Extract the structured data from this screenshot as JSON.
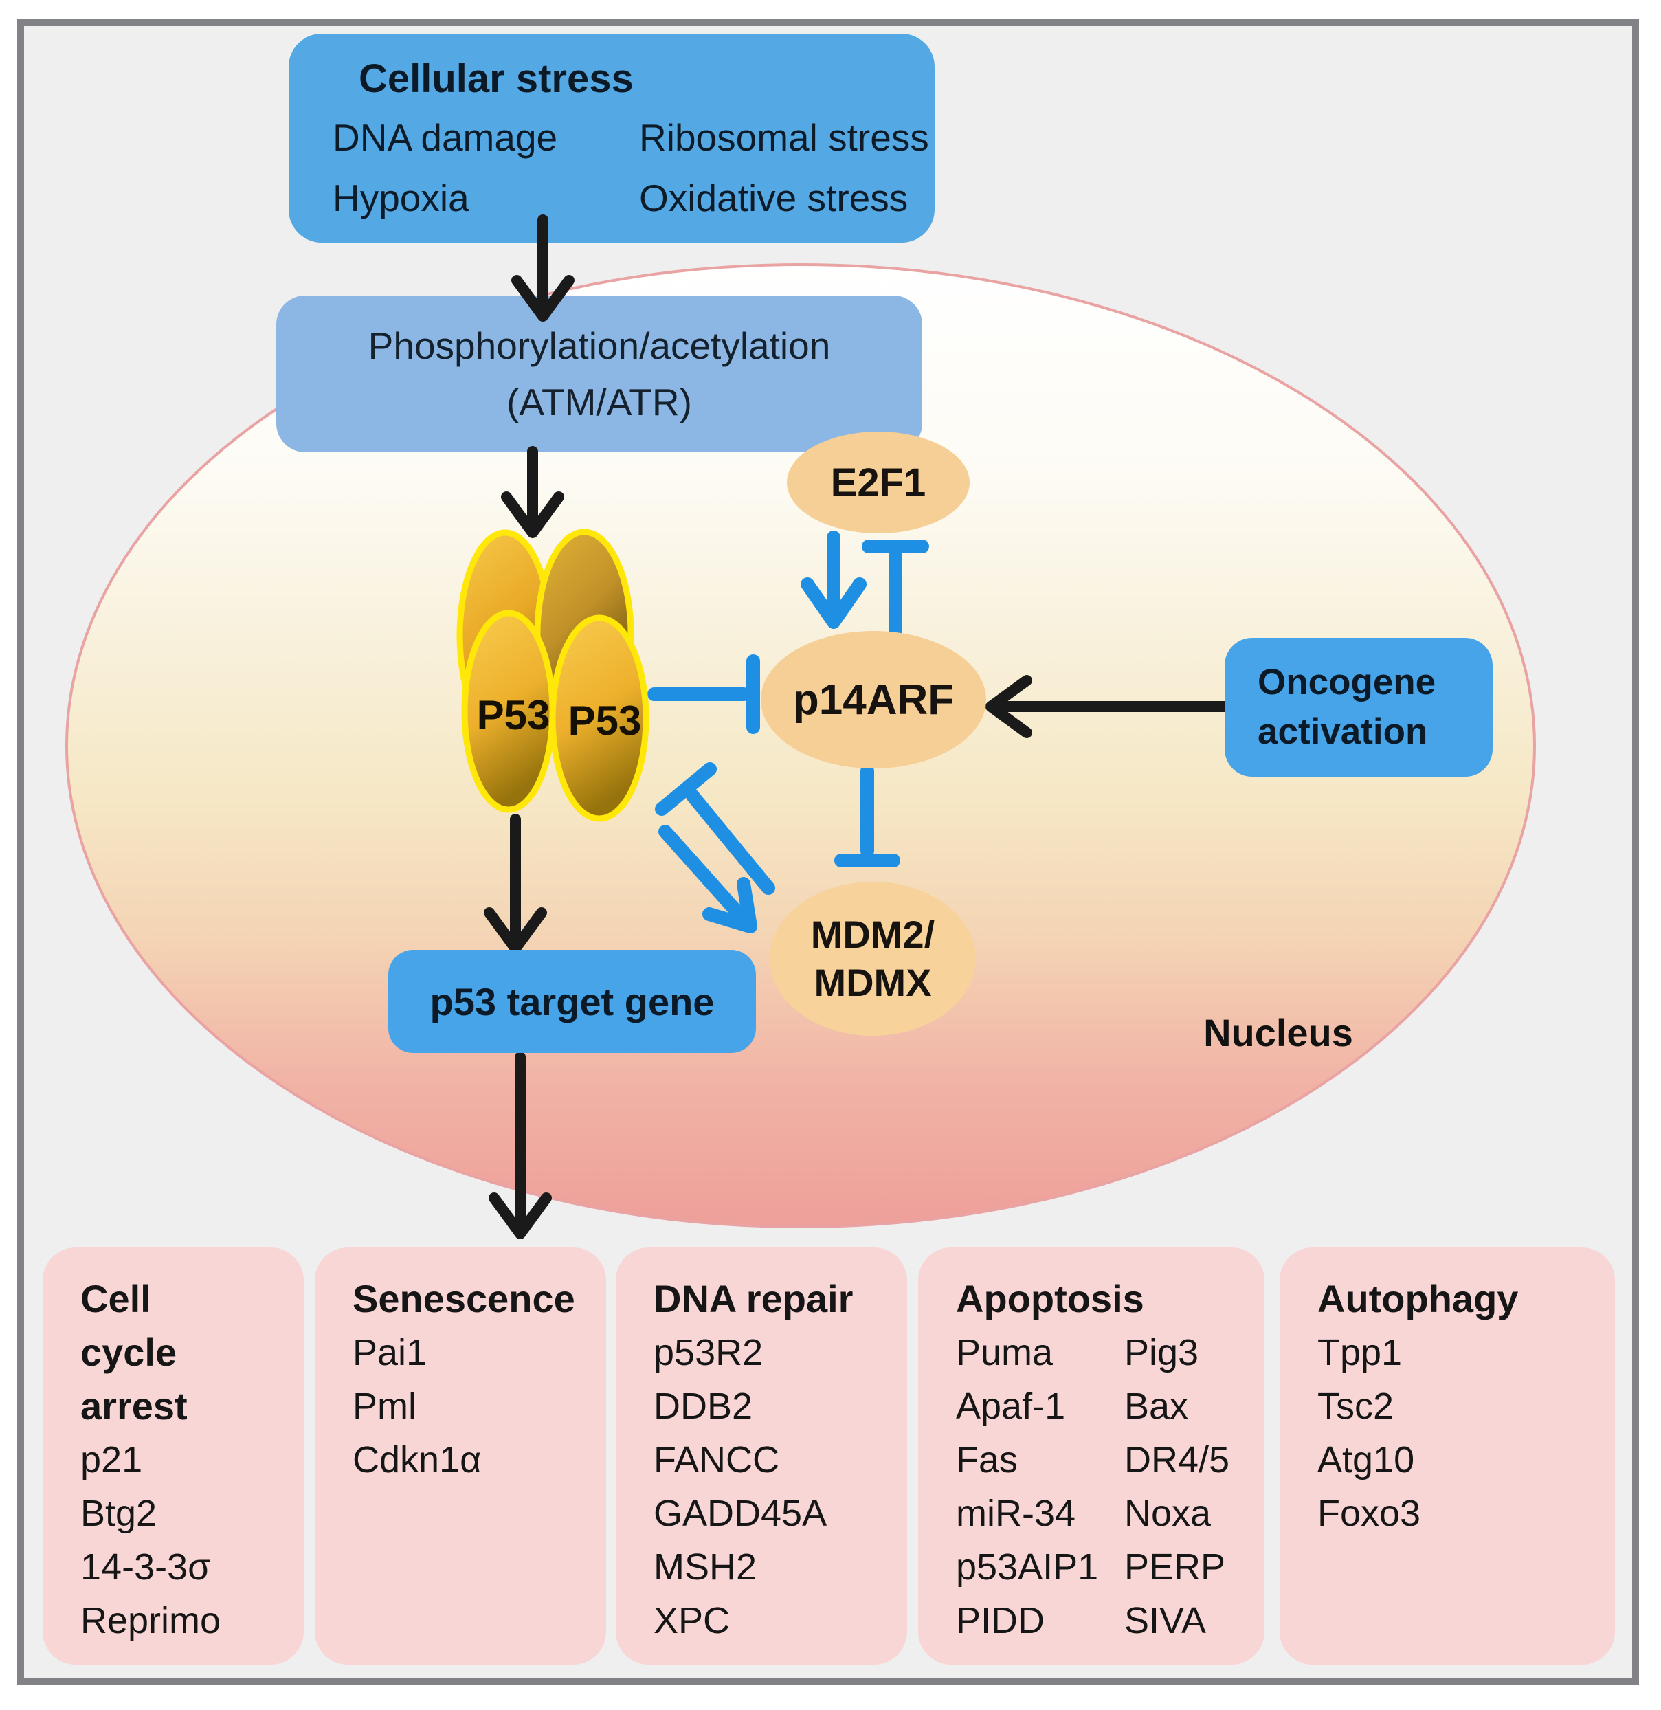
{
  "figure": {
    "cellular_stress": {
      "title": "Cellular stress",
      "stressors": [
        "DNA damage",
        "Ribosomal stress",
        "Hypoxia",
        "Oxidative stress"
      ]
    },
    "phosphorylation": {
      "line1": "Phosphorylation/acetylation",
      "line2": "(ATM/ATR)"
    },
    "nodes": {
      "e2f1": "E2F1",
      "p14arf": "p14ARF",
      "mdm2_line1": "MDM2/",
      "mdm2_line2": "MDMX",
      "p53_left": "P53",
      "p53_right": "P53"
    },
    "oncogene": {
      "line1": "Oncogene",
      "line2": "activation"
    },
    "target_gene_label": "p53 target gene",
    "nucleus_label": "Nucleus"
  },
  "outcomes": [
    {
      "title": "Cell cycle arrest",
      "items": [
        "p21",
        "Btg2",
        "14-3-3σ",
        "Reprimo"
      ]
    },
    {
      "title": "Senescence",
      "items": [
        "Pai1",
        "Pml",
        "Cdkn1α"
      ]
    },
    {
      "title": "DNA repair",
      "items": [
        "p53R2",
        "DDB2",
        "FANCC",
        "GADD45A",
        "MSH2",
        "XPC"
      ]
    },
    {
      "title": "Apoptosis",
      "col1": [
        "Puma",
        "Apaf-1",
        "Fas",
        "miR-34",
        "p53AIP1",
        "PIDD"
      ],
      "col2": [
        "Pig3",
        "Bax",
        "DR4/5",
        "Noxa",
        "PERP",
        "SIVA"
      ]
    },
    {
      "title": "Autophagy",
      "items": [
        "Tpp1",
        "Tsc2",
        "Atg10",
        "Foxo3"
      ]
    }
  ],
  "colors": {
    "stress_box_blue": "#54a9e4",
    "phospho_box_blue": "#8cb6e3",
    "accent_blue_box": "#47a4e8",
    "connector_blue": "#1e8fe2",
    "orange_node": "#f6cf96",
    "p53_gold": "#eeb02c",
    "p53_outline_yellow": "#ffe709",
    "outcome_pink": "#f9d6d6",
    "nucleus_edge_pink": "#e9a3a3",
    "arrow_black": "#1a1a1a"
  }
}
